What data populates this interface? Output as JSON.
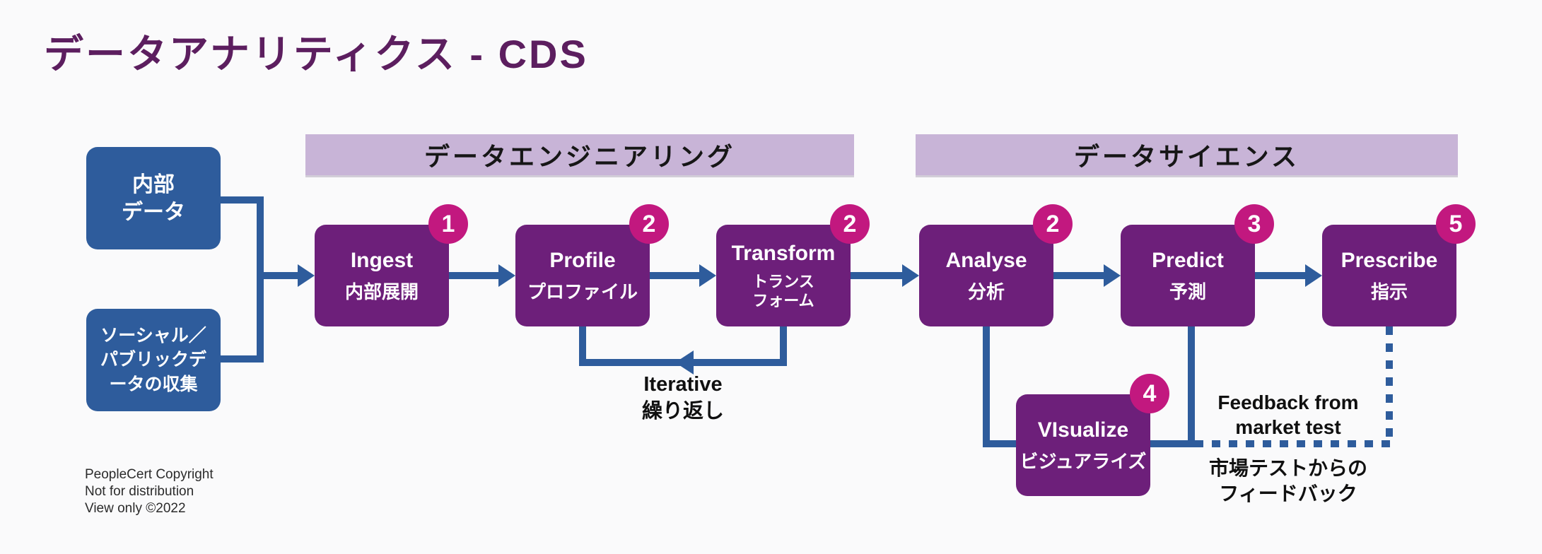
{
  "title": "データアナリティクス - CDS",
  "colors": {
    "bg": "#fafafb",
    "purple": "#6d1f7a",
    "magenta": "#c2187f",
    "blue": "#2e5c9c",
    "lavender": "#c8b4d7",
    "titlecolor": "#5c1e5f"
  },
  "sections": [
    {
      "label": "データエンジニアリング"
    },
    {
      "label": "データサイエンス"
    }
  ],
  "sources": [
    {
      "label": "内部\nデータ"
    },
    {
      "label": "ソーシャル／パブリックデータの収集"
    }
  ],
  "steps": [
    {
      "en": "Ingest",
      "ja": "内部展開",
      "badge": "1"
    },
    {
      "en": "Profile",
      "ja": "プロファイル",
      "badge": "2"
    },
    {
      "en": "Transform",
      "ja": "トランス\nフォーム",
      "badge": "2"
    },
    {
      "en": "Analyse",
      "ja": "分析",
      "badge": "2"
    },
    {
      "en": "Predict",
      "ja": "予測",
      "badge": "3"
    },
    {
      "en": "Prescribe",
      "ja": "指示",
      "badge": "5"
    },
    {
      "en": "VIsualize",
      "ja": "ビジュアライズ",
      "badge": "4"
    }
  ],
  "annotations": {
    "iterative": "Iterative\n繰り返し",
    "feedback_en": "Feedback from\nmarket test",
    "feedback_ja": "市場テストからの\nフィードバック"
  },
  "footer": {
    "line1": "PeopleCert Copyright",
    "line2": "Not for distribution",
    "line3": "View only ©2022"
  }
}
